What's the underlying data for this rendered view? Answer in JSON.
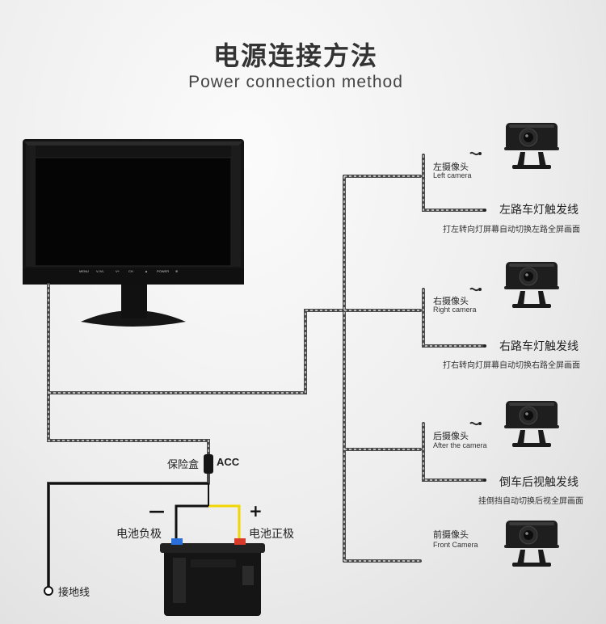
{
  "title": {
    "cn": "电源连接方法",
    "en": "Power connection method"
  },
  "monitor": {
    "buttons": [
      "MENU",
      "V-/VL",
      "V+",
      "CH",
      "▲",
      "POWER",
      "⊕"
    ]
  },
  "cameras": [
    {
      "cn": "左摄像头",
      "en": "Left camera",
      "trigger": "左路车灯触发线",
      "desc": "打左转向灯屏幕自动切换左路全屏画面"
    },
    {
      "cn": "右摄像头",
      "en": "Right camera",
      "trigger": "右路车灯触发线",
      "desc": "打右转向灯屏幕自动切换右路全屏画面"
    },
    {
      "cn": "后摄像头",
      "en": "After the camera",
      "trigger": "倒车后视触发线",
      "desc": "挂倒挡自动切换后视全屏画面"
    },
    {
      "cn": "前摄像头",
      "en": "Front Camera"
    }
  ],
  "power": {
    "fuse": "保险盒",
    "acc": "ACC",
    "negative_sign": "—",
    "positive_sign": "+",
    "negative": "电池负极",
    "positive": "电池正极",
    "ground": "接地线"
  },
  "colors": {
    "positive_wire": "#f2d600",
    "negative_wire": "#111111",
    "signal_wire": "#5a5a5a",
    "terminal_positive": "#d83a2a",
    "terminal_negative": "#2a6fd8"
  }
}
